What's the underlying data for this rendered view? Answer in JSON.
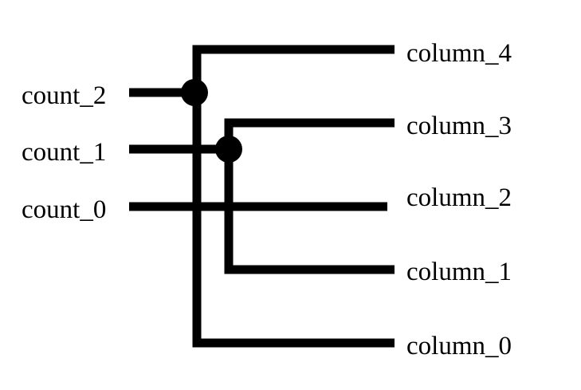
{
  "inputs": {
    "count_2": "count_2",
    "count_1": "count_1",
    "count_0": "count_0"
  },
  "outputs": {
    "column_4": "column_4",
    "column_3": "column_3",
    "column_2": "column_2",
    "column_1": "column_1",
    "column_0": "column_0"
  },
  "colors": {
    "line": "#000000",
    "background": "#ffffff"
  }
}
